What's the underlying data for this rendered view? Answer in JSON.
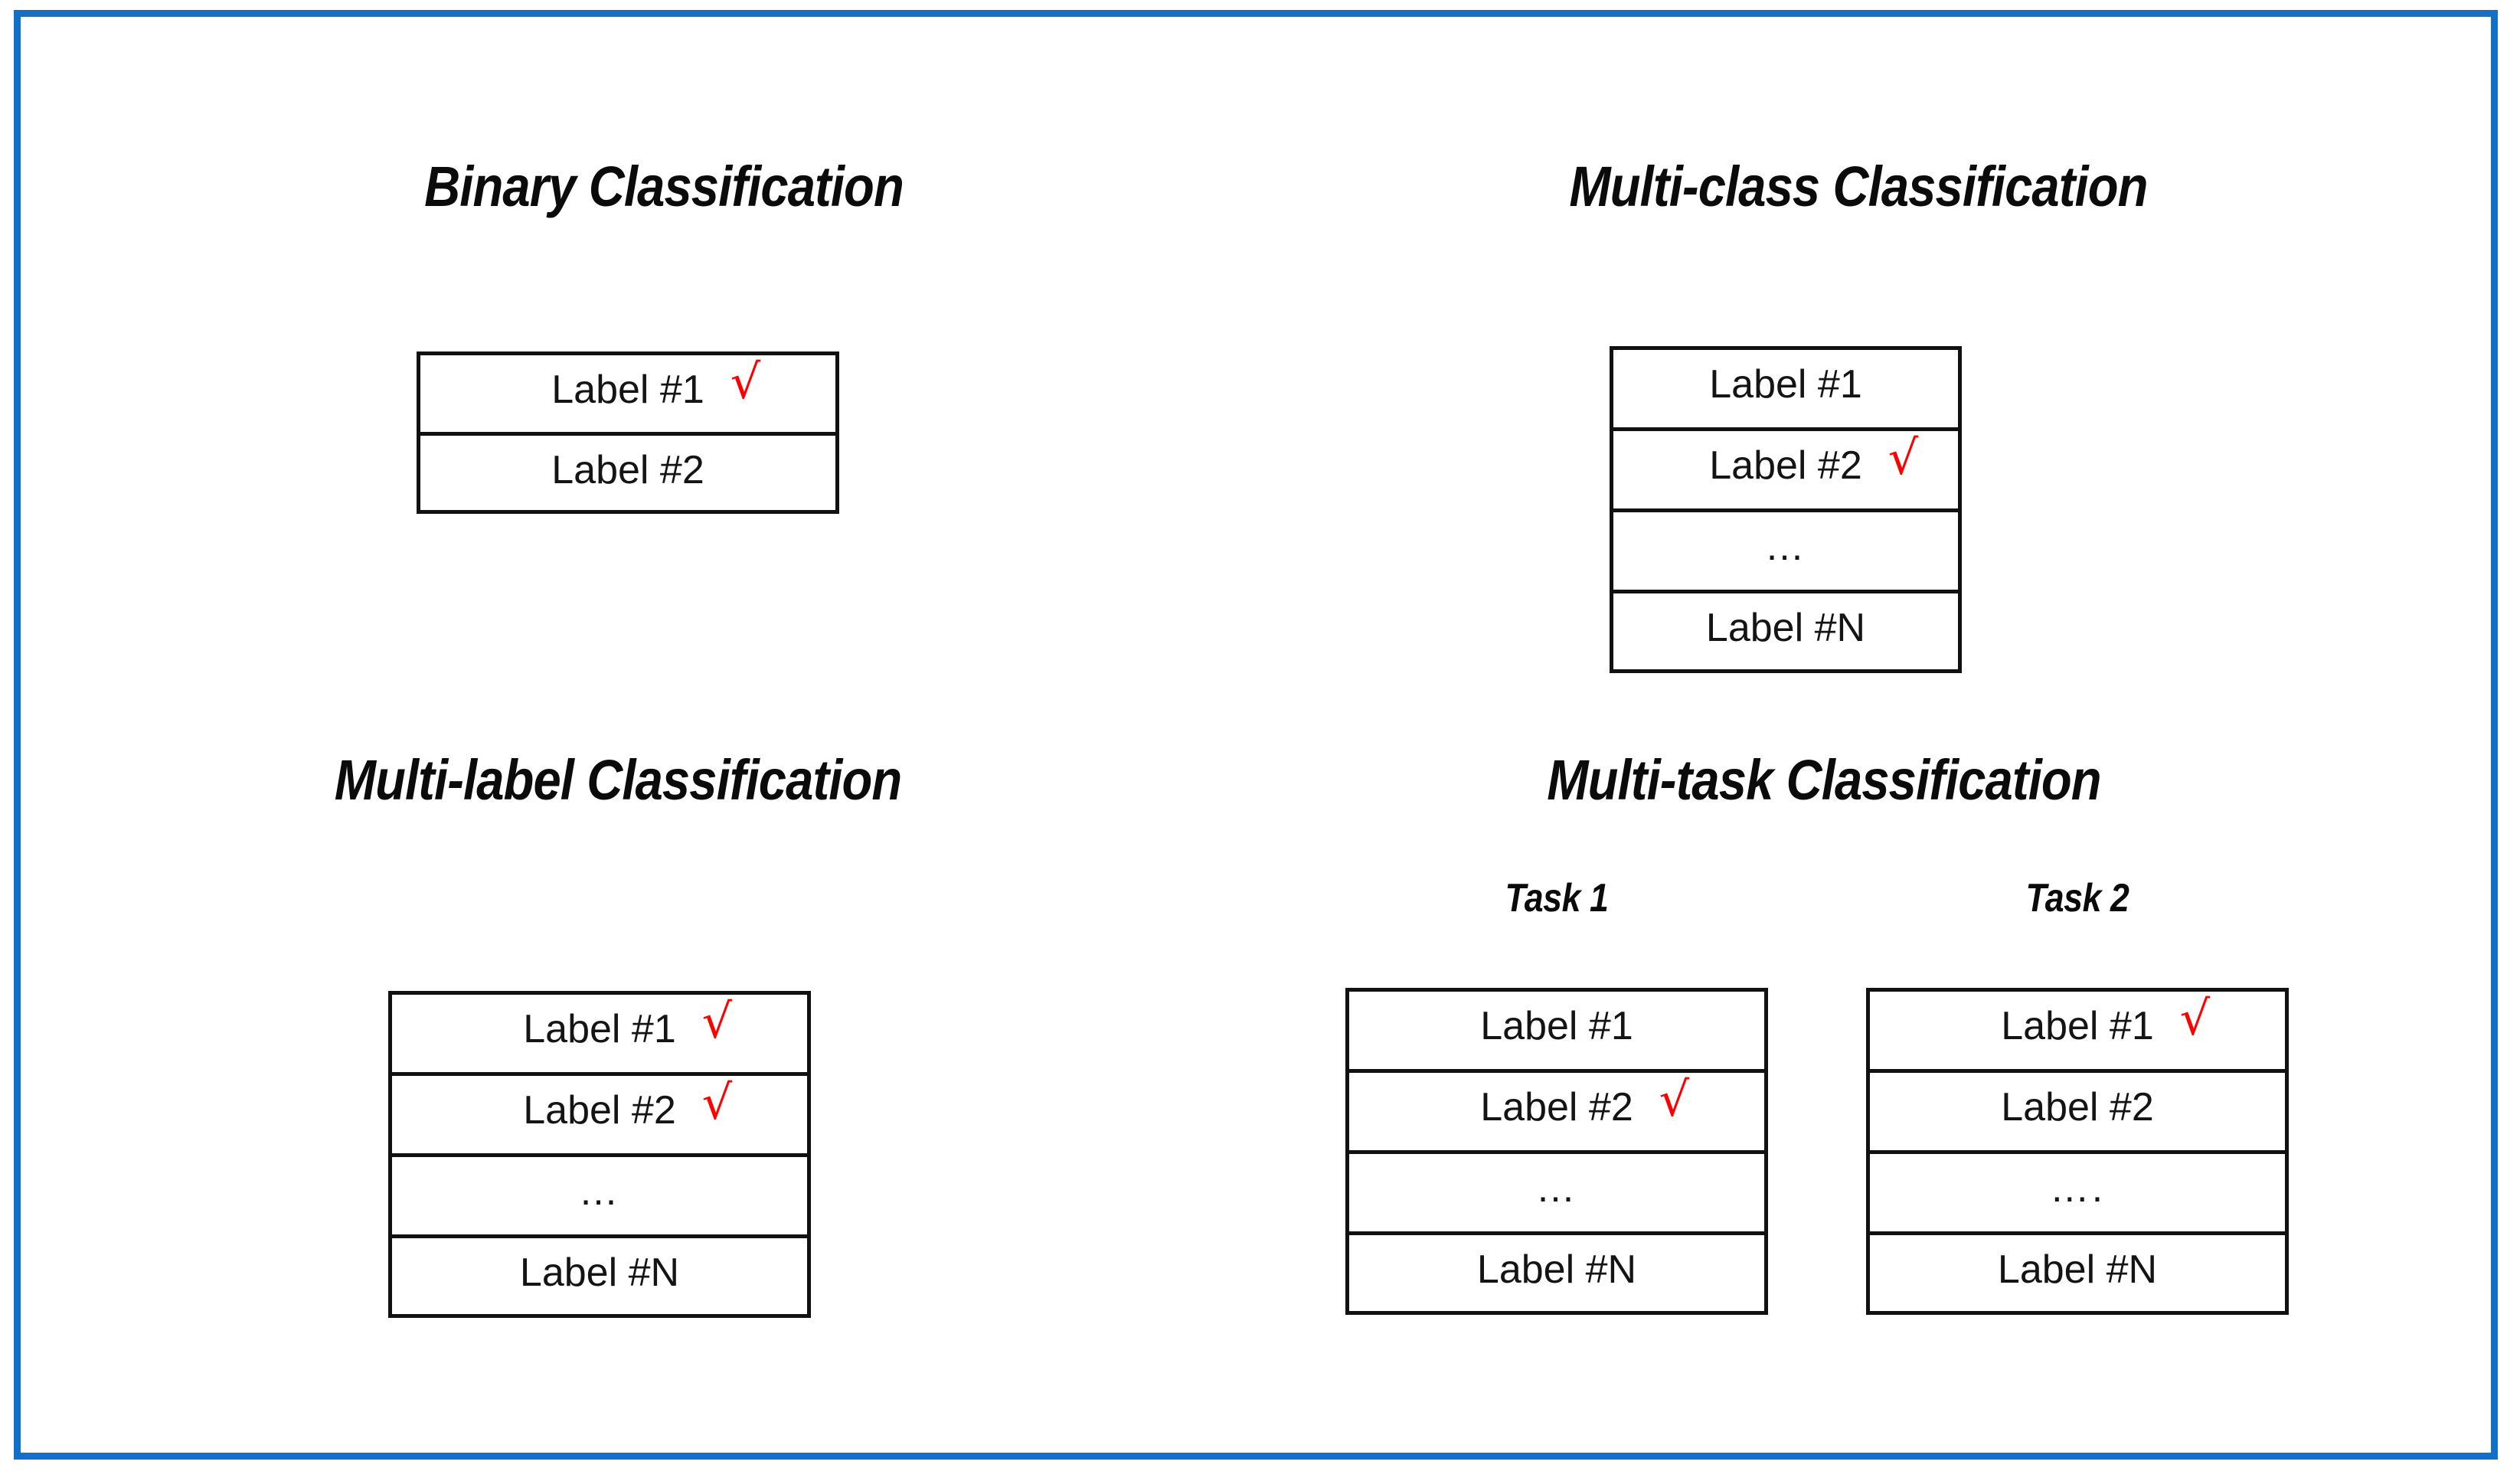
{
  "figure": {
    "frame_color": "#1270c8",
    "background": "#ffffff",
    "check_color": "#ff0000",
    "border_color": "#111111",
    "check_glyph": "√"
  },
  "panels": [
    {
      "id": "binary",
      "title": "Binary Classification",
      "tables": [
        {
          "id": "binary-labels",
          "caption": "",
          "rows": [
            {
              "text": "Label #1",
              "checked": true
            },
            {
              "text": "Label #2",
              "checked": false
            }
          ]
        }
      ]
    },
    {
      "id": "multi-class",
      "title": "Multi-class Classification",
      "tables": [
        {
          "id": "multi-class-labels",
          "caption": "",
          "rows": [
            {
              "text": "Label #1",
              "checked": false
            },
            {
              "text": "Label #2",
              "checked": true
            },
            {
              "text": "…",
              "checked": false
            },
            {
              "text": "Label #N",
              "checked": false
            }
          ]
        }
      ]
    },
    {
      "id": "multi-label",
      "title": "Multi-label Classification",
      "tables": [
        {
          "id": "multi-label-labels",
          "caption": "",
          "rows": [
            {
              "text": "Label #1",
              "checked": true
            },
            {
              "text": "Label #2",
              "checked": true
            },
            {
              "text": "…",
              "checked": false
            },
            {
              "text": "Label #N",
              "checked": false
            }
          ]
        }
      ]
    },
    {
      "id": "multi-task",
      "title": "Multi-task Classification",
      "tables": [
        {
          "id": "multi-task-task1",
          "caption": "Task 1",
          "rows": [
            {
              "text": "Label #1",
              "checked": false
            },
            {
              "text": "Label #2",
              "checked": true
            },
            {
              "text": "…",
              "checked": false
            },
            {
              "text": "Label #N",
              "checked": false
            }
          ]
        },
        {
          "id": "multi-task-task2",
          "caption": "Task 2",
          "rows": [
            {
              "text": "Label #1",
              "checked": true
            },
            {
              "text": "Label #2",
              "checked": false
            },
            {
              "text": "….",
              "checked": false
            },
            {
              "text": "Label #N",
              "checked": false
            }
          ]
        }
      ]
    }
  ]
}
